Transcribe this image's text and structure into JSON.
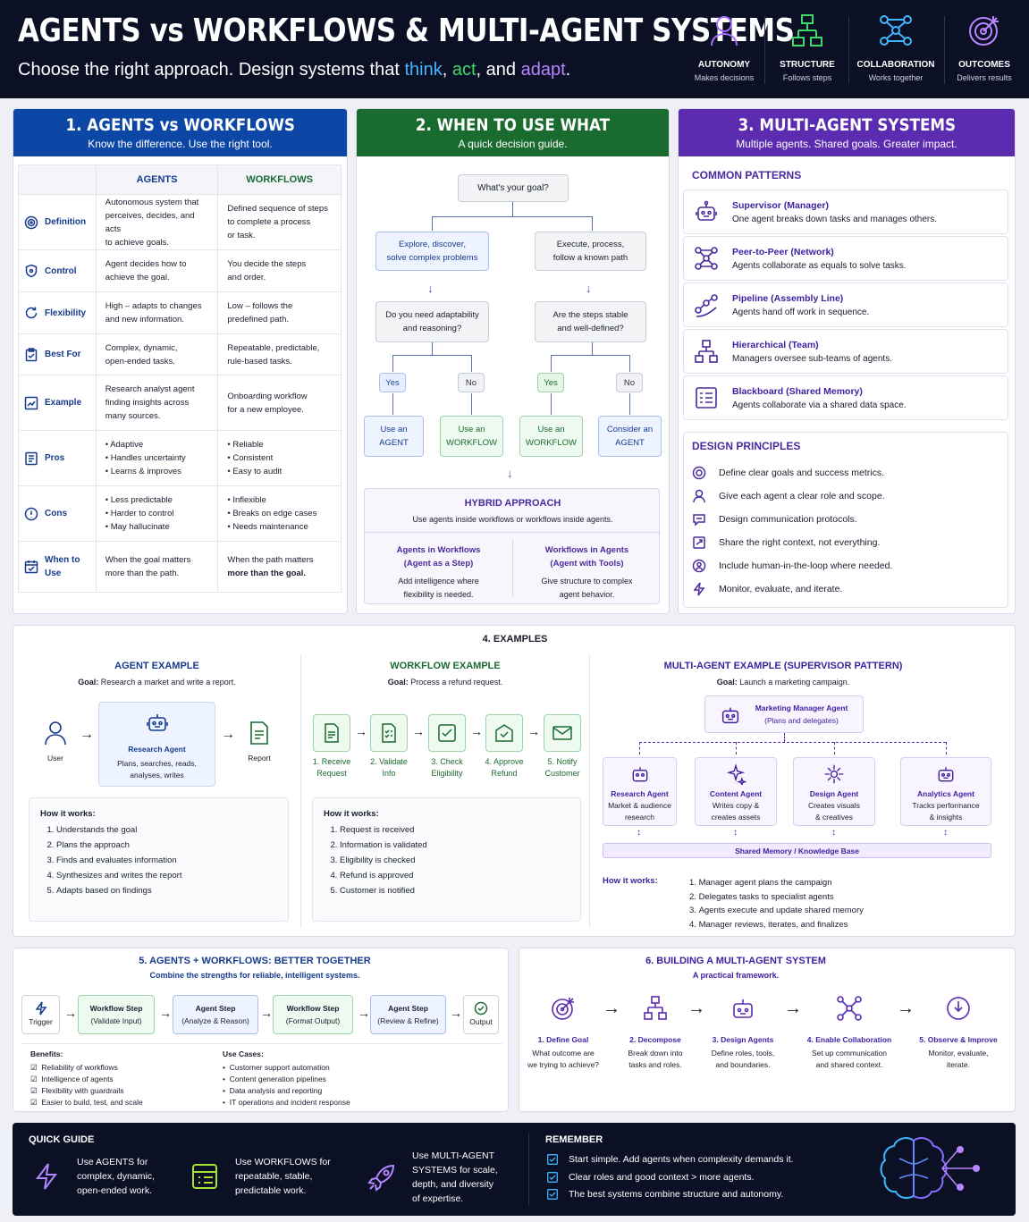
{
  "header": {
    "title": "AGENTS vs WORKFLOWS & MULTI-AGENT SYSTEMS",
    "subtitle_pre": "Choose the right approach. Design systems that",
    "subtitle_think": "think",
    "subtitle_sep": ",",
    "subtitle_act": "act",
    "subtitle_and": ", and",
    "subtitle_adapt": "adapt",
    "subtitle_end": ".",
    "features": [
      {
        "icon": "person-icon",
        "title": "AUTONOMY",
        "sub": "Makes decisions",
        "color": "#a86bff"
      },
      {
        "icon": "flow-icon",
        "title": "STRUCTURE",
        "sub": "Follows steps",
        "color": "#3fd96a"
      },
      {
        "icon": "network-icon",
        "title": "COLLABORATION",
        "sub": "Works together",
        "color": "#3fb6ff"
      },
      {
        "icon": "target-icon",
        "title": "OUTCOMES",
        "sub": "Delivers results",
        "color": "#b785ff"
      }
    ]
  },
  "s1": {
    "title": "1. AGENTS vs WORKFLOWS",
    "sub": "Know the difference. Use the right tool.",
    "col_agents": "AGENTS",
    "col_workflows": "WORKFLOWS",
    "rows": [
      {
        "label": "Definition",
        "icon": "target-icon",
        "a": [
          "Autonomous system that",
          "perceives, decides, and acts",
          "to achieve goals."
        ],
        "w": [
          "Defined sequence of steps",
          "to complete a process",
          "or task."
        ]
      },
      {
        "label": "Control",
        "icon": "shield-icon",
        "a": [
          "Agent decides how to",
          "achieve the goal."
        ],
        "w": [
          "You decide the steps",
          "and order."
        ]
      },
      {
        "label": "Flexibility",
        "icon": "cycle-icon",
        "a": [
          "High – adapts to changes",
          "and new information."
        ],
        "w": [
          "Low – follows the",
          "predefined path."
        ]
      },
      {
        "label": "Best For",
        "icon": "clipboard-icon",
        "a": [
          "Complex, dynamic,",
          "open-ended tasks."
        ],
        "w": [
          "Repeatable, predictable,",
          "rule-based tasks."
        ]
      },
      {
        "label": "Example",
        "icon": "chart-icon",
        "a": [
          "Research analyst agent",
          "finding insights across",
          "many sources."
        ],
        "w": [
          "Onboarding workflow",
          "for a new employee."
        ]
      },
      {
        "label": "Pros",
        "icon": "list-icon",
        "a": [
          "• Adaptive",
          "• Handles uncertainty",
          "• Learns & improves"
        ],
        "w": [
          "• Reliable",
          "• Consistent",
          "• Easy to audit"
        ]
      },
      {
        "label": "Cons",
        "icon": "warning-icon",
        "a": [
          "• Less predictable",
          "• Harder to control",
          "• May hallucinate"
        ],
        "w": [
          "• Inflexible",
          "• Breaks on edge cases",
          "• Needs maintenance"
        ]
      },
      {
        "label": "When to Use",
        "icon": "calendar-check-icon",
        "a": [
          "When the goal matters",
          "more than the path."
        ],
        "w": [
          "When the path matters",
          "more than the goal."
        ]
      }
    ]
  },
  "s2": {
    "title": "2. WHEN TO USE WHAT",
    "sub": "A quick decision guide.",
    "root": "What's your goal?",
    "left_goal": [
      "Explore, discover,",
      "solve complex problems"
    ],
    "right_goal": [
      "Execute, process,",
      "follow a known path"
    ],
    "left_q": [
      "Do you need adaptability",
      "and reasoning?"
    ],
    "right_q": [
      "Are the steps stable",
      "and well-defined?"
    ],
    "yes": "Yes",
    "no": "No",
    "out1": [
      "Use an",
      "AGENT"
    ],
    "out2": [
      "Use an",
      "WORKFLOW"
    ],
    "out3": [
      "Use an",
      "WORKFLOW"
    ],
    "out4": [
      "Consider an",
      "AGENT"
    ],
    "hybrid_title": "HYBRID APPROACH",
    "hybrid_sub": "Use agents inside workflows or workflows inside agents.",
    "h_left_t": [
      "Agents in Workflows",
      "(Agent as a Step)"
    ],
    "h_left_d": [
      "Add intelligence where",
      "flexibility is needed."
    ],
    "h_right_t": [
      "Workflows in Agents",
      "(Agent with Tools)"
    ],
    "h_right_d": [
      "Give structure to complex",
      "agent behavior."
    ]
  },
  "s3": {
    "title": "3. MULTI-AGENT SYSTEMS",
    "sub": "Multiple agents. Shared goals. Greater impact.",
    "patterns_label": "COMMON PATTERNS",
    "patterns": [
      {
        "icon": "robot-icon",
        "t": "Supervisor (Manager)",
        "d": "One agent breaks down tasks and manages others."
      },
      {
        "icon": "network-icon",
        "t": "Peer-to-Peer (Network)",
        "d": "Agents collaborate as equals to solve tasks."
      },
      {
        "icon": "pipeline-icon",
        "t": "Pipeline (Assembly Line)",
        "d": "Agents hand off work in sequence."
      },
      {
        "icon": "hierarchy-icon",
        "t": "Hierarchical (Team)",
        "d": "Managers oversee sub-teams of agents."
      },
      {
        "icon": "board-icon",
        "t": "Blackboard (Shared Memory)",
        "d": "Agents collaborate via a shared data space."
      }
    ],
    "principles_label": "DESIGN PRINCIPLES",
    "principles": [
      {
        "icon": "target-icon",
        "t": "Define clear goals and success metrics."
      },
      {
        "icon": "person-icon",
        "t": "Give each agent a clear role and scope."
      },
      {
        "icon": "chat-icon",
        "t": "Design communication protocols."
      },
      {
        "icon": "share-icon",
        "t": "Share the right context, not everything."
      },
      {
        "icon": "human-loop-icon",
        "t": "Include human-in-the-loop where needed."
      },
      {
        "icon": "bolt-icon",
        "t": "Monitor, evaluate, and iterate."
      }
    ]
  },
  "s4": {
    "title": "4. EXAMPLES",
    "agent": {
      "title": "AGENT EXAMPLE",
      "goal_b": "Goal:",
      "goal": " Research a market and write a report.",
      "user": "User",
      "agent_name": "Research Agent",
      "agent_desc": [
        "Plans, searches, reads,",
        "analyses, writes"
      ],
      "report": "Report",
      "how": "How it works:",
      "steps": [
        "Understands the goal",
        "Plans the approach",
        "Finds and evaluates information",
        "Synthesizes and writes the report",
        "Adapts based on findings"
      ]
    },
    "workflow": {
      "title": "WORKFLOW EXAMPLE",
      "goal_b": "Goal:",
      "goal": " Process a refund request.",
      "flow": [
        {
          "icon": "doc-icon",
          "l": [
            "1. Receive",
            "Request"
          ]
        },
        {
          "icon": "checklist-icon",
          "l": [
            "2. Validate",
            "Info"
          ]
        },
        {
          "icon": "check-doc-icon",
          "l": [
            "3. Check",
            "Eligibility"
          ]
        },
        {
          "icon": "approve-icon",
          "l": [
            "4. Approve",
            "Refund"
          ]
        },
        {
          "icon": "mail-icon",
          "l": [
            "5. Notify",
            "Customer"
          ]
        }
      ],
      "how": "How it works:",
      "steps": [
        "Request is received",
        "Information is validated",
        "Eligibility is checked",
        "Refund is approved",
        "Customer is notified"
      ]
    },
    "multi": {
      "title": "MULTI-AGENT EXAMPLE (SUPERVISOR PATTERN)",
      "goal_b": "Goal:",
      "goal": " Launch a marketing campaign.",
      "manager": [
        "Marketing Manager Agent",
        "(Plans and delegates)"
      ],
      "agents": [
        {
          "n": "Research Agent",
          "d": [
            "Market & audience",
            "research"
          ]
        },
        {
          "n": "Content Agent",
          "d": [
            "Writes copy &",
            "creates assets"
          ]
        },
        {
          "n": "Design Agent",
          "d": [
            "Creates visuals",
            "& creatives"
          ]
        },
        {
          "n": "Analytics Agent",
          "d": [
            "Tracks performance",
            "& insights"
          ]
        }
      ],
      "memory": "Shared Memory / Knowledge Base",
      "how": "How it works:",
      "steps": [
        "Manager agent plans the campaign",
        "Delegates tasks to specialist agents",
        "Agents execute and update shared memory",
        "Manager reviews, iterates, and finalizes"
      ]
    }
  },
  "s5": {
    "title": "5. AGENTS + WORKFLOWS: BETTER TOGETHER",
    "sub": "Combine the strengths for reliable, intelligent systems.",
    "trigger": "Trigger",
    "flow": [
      {
        "a": "Workflow Step",
        "b": "(Validate Input)"
      },
      {
        "a": "Agent Step",
        "b": "(Analyze & Reason)"
      },
      {
        "a": "Workflow Step",
        "b": "(Format Output)"
      },
      {
        "a": "Agent Step",
        "b": "(Review & Refine)"
      }
    ],
    "output": "Output",
    "benefits_t": "Benefits:",
    "benefits": [
      "Reliability of workflows",
      "Intelligence of agents",
      "Flexibility with guardrails",
      "Easier to build, test, and scale"
    ],
    "uses_t": "Use Cases:",
    "uses": [
      "Customer support automation",
      "Content generation pipelines",
      "Data analysis and reporting",
      "IT operations and incident response"
    ]
  },
  "s6": {
    "title": "6. BUILDING A MULTI-AGENT SYSTEM",
    "sub": "A practical framework.",
    "steps": [
      {
        "icon": "target-icon",
        "t": "1. Define Goal",
        "d": [
          "What outcome are",
          "we trying to achieve?"
        ]
      },
      {
        "icon": "hierarchy-icon",
        "t": "2. Decompose",
        "d": [
          "Break down into",
          "tasks and roles."
        ]
      },
      {
        "icon": "robot-icon",
        "t": "3. Design Agents",
        "d": [
          "Define roles, tools,",
          "and boundaries."
        ]
      },
      {
        "icon": "network-icon",
        "t": "4. Enable Collaboration",
        "d": [
          "Set up communication",
          "and shared context."
        ]
      },
      {
        "icon": "monitor-icon",
        "t": "5. Observe & Improve",
        "d": [
          "Monitor, evaluate,",
          "iterate."
        ]
      }
    ]
  },
  "quick": {
    "label": "QUICK GUIDE",
    "items": [
      {
        "icon": "bolt-icon",
        "color": "#b785ff",
        "t": [
          "Use AGENTS for",
          "complex, dynamic,",
          "open-ended work."
        ]
      },
      {
        "icon": "list-icon",
        "color": "#a6e22e",
        "t": [
          "Use WORKFLOWS for",
          "repeatable, stable,",
          "predictable work."
        ]
      },
      {
        "icon": "rocket-icon",
        "color": "#b785ff",
        "t": [
          "Use MULTI-AGENT",
          "SYSTEMS for scale,",
          "depth, and diversity",
          "of expertise."
        ]
      }
    ],
    "remember_label": "REMEMBER",
    "remember": [
      "Start simple. Add agents when complexity demands it.",
      "Clear roles and good context > more agents.",
      "The best systems combine structure and autonomy."
    ],
    "brain_icon": "brain-network-icon"
  }
}
